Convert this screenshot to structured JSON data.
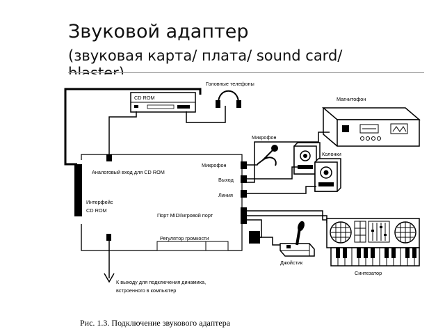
{
  "slide": {
    "title": "Звуковой адаптер",
    "subtitle": "(звуковая карта/ плата/ sound card/ blaster)"
  },
  "diagram": {
    "cd_rom": "CD ROM",
    "headphones": "Головные телефоны",
    "tape_recorder": "Магнитофон",
    "microphone": "Микрофон",
    "speakers": "Колонки",
    "analog_input": "Аналоговый вход для CD ROM",
    "port_microphone": "Микрофон",
    "port_output": "Выход",
    "port_line": "Линия",
    "interface_line1": "Интерфейс",
    "interface_line2": "CD ROM",
    "midi_port": "Порт MIDI/игровой порт",
    "volume_control": "Регулятор громкости",
    "joystick": "Джойстик",
    "synthesizer": "Синтезатор",
    "internal_speaker_line1": "К выходу для подключения динамика,",
    "internal_speaker_line2": "встроенного в компьютер",
    "caption": "Рис. 1.3. Подключение звукового адаптера"
  }
}
